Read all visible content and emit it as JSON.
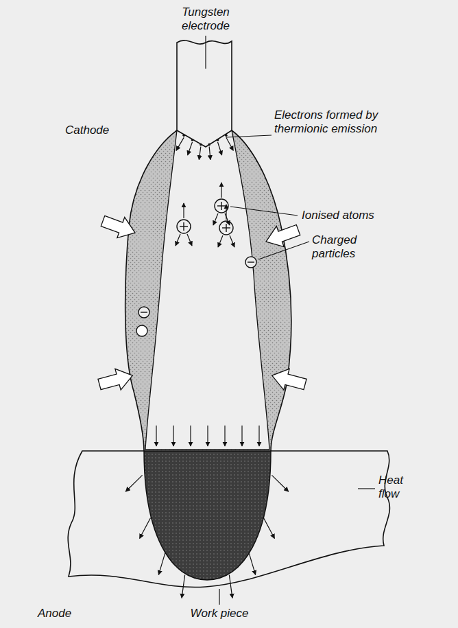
{
  "diagram": {
    "labels": [
      "Tungsten electrode",
      "Cathode",
      "Electrons formed by thermionic emission",
      "Ionised atoms",
      "Charged particles",
      "Heat flow",
      "Anode",
      "Work piece"
    ]
  }
}
